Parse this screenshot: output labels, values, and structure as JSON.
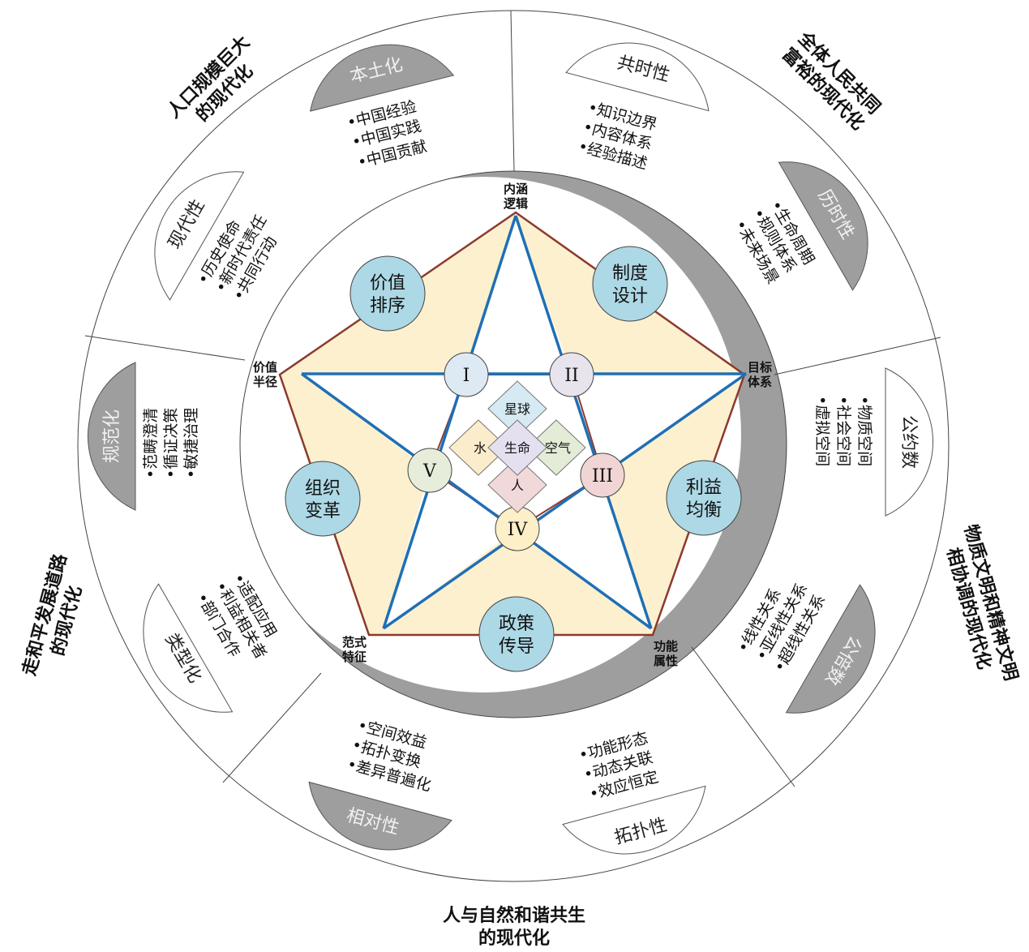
{
  "outer_titles": {
    "top_left": [
      "人口规模巨大",
      "的现代化"
    ],
    "top_right": [
      "全体人民共同",
      "富裕的现代化"
    ],
    "right": [
      "物质文明和精神文明",
      "相协调的现代化"
    ],
    "bottom": [
      "人与自然和谐共生",
      "的现代化"
    ],
    "left": [
      "走和平发展道路",
      "的现代化"
    ]
  },
  "segments": {
    "bentuhua": {
      "label": "本土化",
      "items": [
        "中国经验",
        "中国实践",
        "中国贡献"
      ]
    },
    "gongshixing": {
      "label": "共时性",
      "items": [
        "知识边界",
        "内容体系",
        "经验描述"
      ]
    },
    "lishixing": {
      "label": "历时性",
      "items": [
        "生命周期",
        "规则体系",
        "未来场景"
      ]
    },
    "gongyueshu": {
      "label": "公约数",
      "items": [
        "物质空间",
        "社会空间",
        "虚拟空间"
      ]
    },
    "gongbeishu": {
      "label": "公倍数",
      "items": [
        "线性关系",
        "亚线性关系",
        "超线性关系"
      ]
    },
    "tuopuxing": {
      "label": "拓扑性",
      "items": [
        "功能形态",
        "动态关联",
        "效应恒定"
      ]
    },
    "xiangduixing": {
      "label": "相对性",
      "items": [
        "空间效益",
        "拓扑变换",
        "差异普遍化"
      ]
    },
    "leixinghua": {
      "label": "类型化",
      "items": [
        "适配应用",
        "利益相关者",
        "部门合作"
      ]
    },
    "guifanhua": {
      "label": "规范化",
      "items": [
        "范畴澄清",
        "循证决策",
        "敏捷治理"
      ]
    },
    "xiandaixing": {
      "label": "现代性",
      "items": [
        "历史使命",
        "新时代责任",
        "共同行动"
      ]
    }
  },
  "bullet": "•",
  "vertices": {
    "top": [
      "内涵",
      "逻辑"
    ],
    "right": [
      "目标",
      "体系"
    ],
    "bottom_right": [
      "功能",
      "属性"
    ],
    "bottom_left": [
      "范式",
      "特征"
    ],
    "left": [
      "价值",
      "半径"
    ]
  },
  "blue_circles": {
    "top_left": [
      "价值",
      "排序"
    ],
    "top_right": [
      "制度",
      "设计"
    ],
    "right": [
      "利益",
      "均衡"
    ],
    "bottom": [
      "政策",
      "传导"
    ],
    "left": [
      "组织",
      "变革"
    ]
  },
  "numerals": [
    "I",
    "II",
    "III",
    "IV",
    "V"
  ],
  "center": {
    "top": "星球",
    "left": "水",
    "middle": "生命",
    "right": "空气",
    "bottom": "人"
  },
  "colors": {
    "pentagon_fill": "#fdf0cf",
    "pentagon_stroke": "#8b3a2e",
    "star_stroke": "#1f6fb5",
    "gray": "#9e9e9e",
    "blue_circle": "#add8e6"
  }
}
